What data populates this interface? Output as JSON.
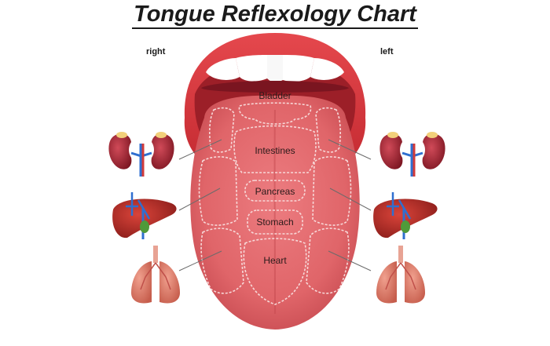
{
  "title": "Tongue Reflexology Chart",
  "labels": {
    "right": "right",
    "left": "left"
  },
  "zones": {
    "bladder": "Bladder",
    "intestines": "Intestines",
    "pancreas": "Pancreas",
    "stomach": "Stomach",
    "heart": "Heart"
  },
  "organ_icons": [
    "kidneys-icon",
    "liver-icon",
    "lungs-icon"
  ],
  "colors": {
    "tongue": "#e06569",
    "lip": "#d9363c",
    "mouth": "#9c1f28",
    "teeth": "#ffffff",
    "zone_border": "#f7d8d8"
  }
}
